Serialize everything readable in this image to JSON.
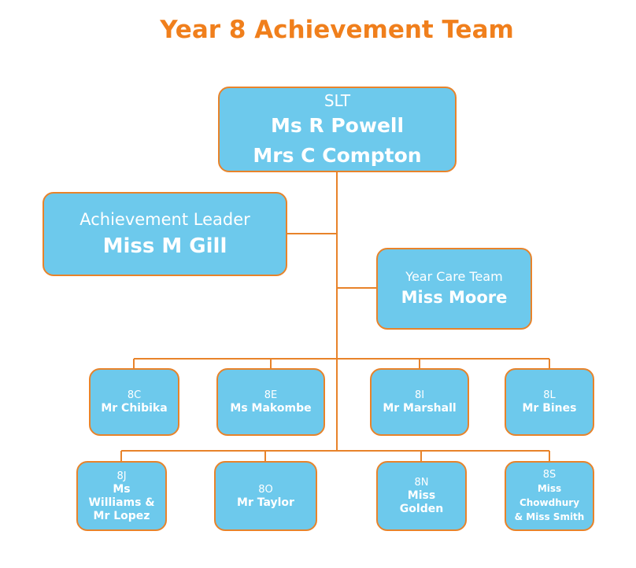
{
  "title": "Year 8 Achievement Team",
  "slt": {
    "role": "SLT",
    "names": [
      "Ms R Powell",
      "Mrs C Compton"
    ]
  },
  "leader": {
    "role": "Achievement Leader",
    "name": "Miss M Gill"
  },
  "care": {
    "role": "Year Care Team",
    "name": "Miss Moore"
  },
  "forms_row1": [
    {
      "form": "8C",
      "tutor": "Mr Chibika"
    },
    {
      "form": "8E",
      "tutor": "Ms Makombe"
    },
    {
      "form": "8I",
      "tutor": "Mr Marshall"
    },
    {
      "form": "8L",
      "tutor": "Mr Bines"
    }
  ],
  "forms_row2": [
    {
      "form": "8J",
      "tutor_lines": [
        "Ms",
        "Williams &",
        "Mr Lopez"
      ]
    },
    {
      "form": "8O",
      "tutor_lines": [
        "Mr Taylor"
      ]
    },
    {
      "form": "8N",
      "tutor_lines": [
        "Miss",
        "Golden"
      ]
    },
    {
      "form": "8S",
      "tutor_lines": [
        "Miss",
        "Chowdhury",
        "& Miss Smith"
      ]
    }
  ],
  "colors": {
    "title": "#f07f1c",
    "box_fill": "#6dc9ec",
    "line": "#e8832a"
  }
}
